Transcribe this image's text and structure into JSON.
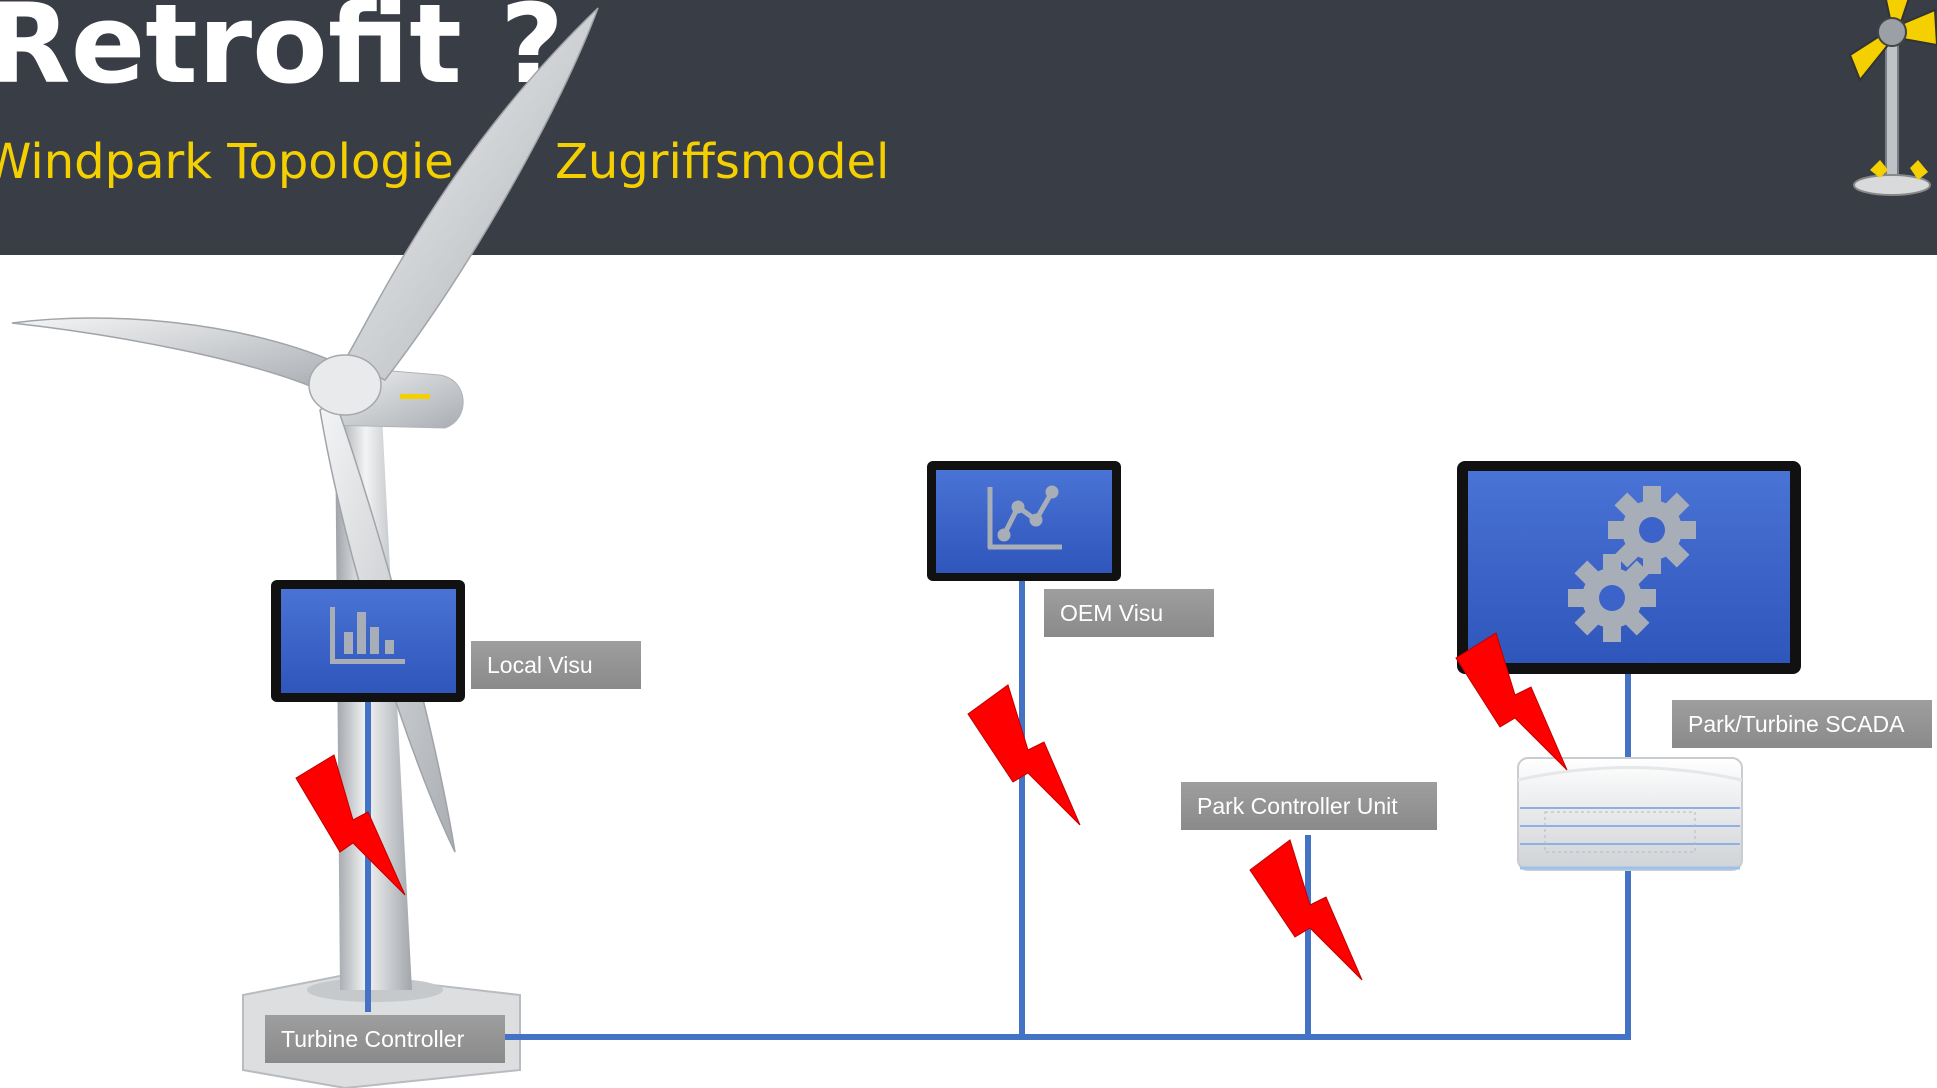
{
  "header": {
    "title": "Retrofit ?",
    "subtitle_part1": "Windpark Topologie -",
    "subtitle_part2": "Zugriffsmodel"
  },
  "labels": {
    "local_visu": "Local Visu",
    "oem_visu": "OEM Visu",
    "park_turbine_scada": "Park/Turbine SCADA",
    "park_controller_unit": "Park Controller Unit",
    "turbine_controller": "Turbine Controller"
  },
  "colors": {
    "header_bg": "#393e46",
    "subtitle": "#f5d000",
    "network_line": "#4472c4",
    "screen": "#3b63c9",
    "lightning": "#ff0000"
  },
  "icons": [
    "bar-chart-icon",
    "line-chart-icon",
    "gears-icon",
    "lightning-icon",
    "wind-turbine-logo-icon"
  ]
}
